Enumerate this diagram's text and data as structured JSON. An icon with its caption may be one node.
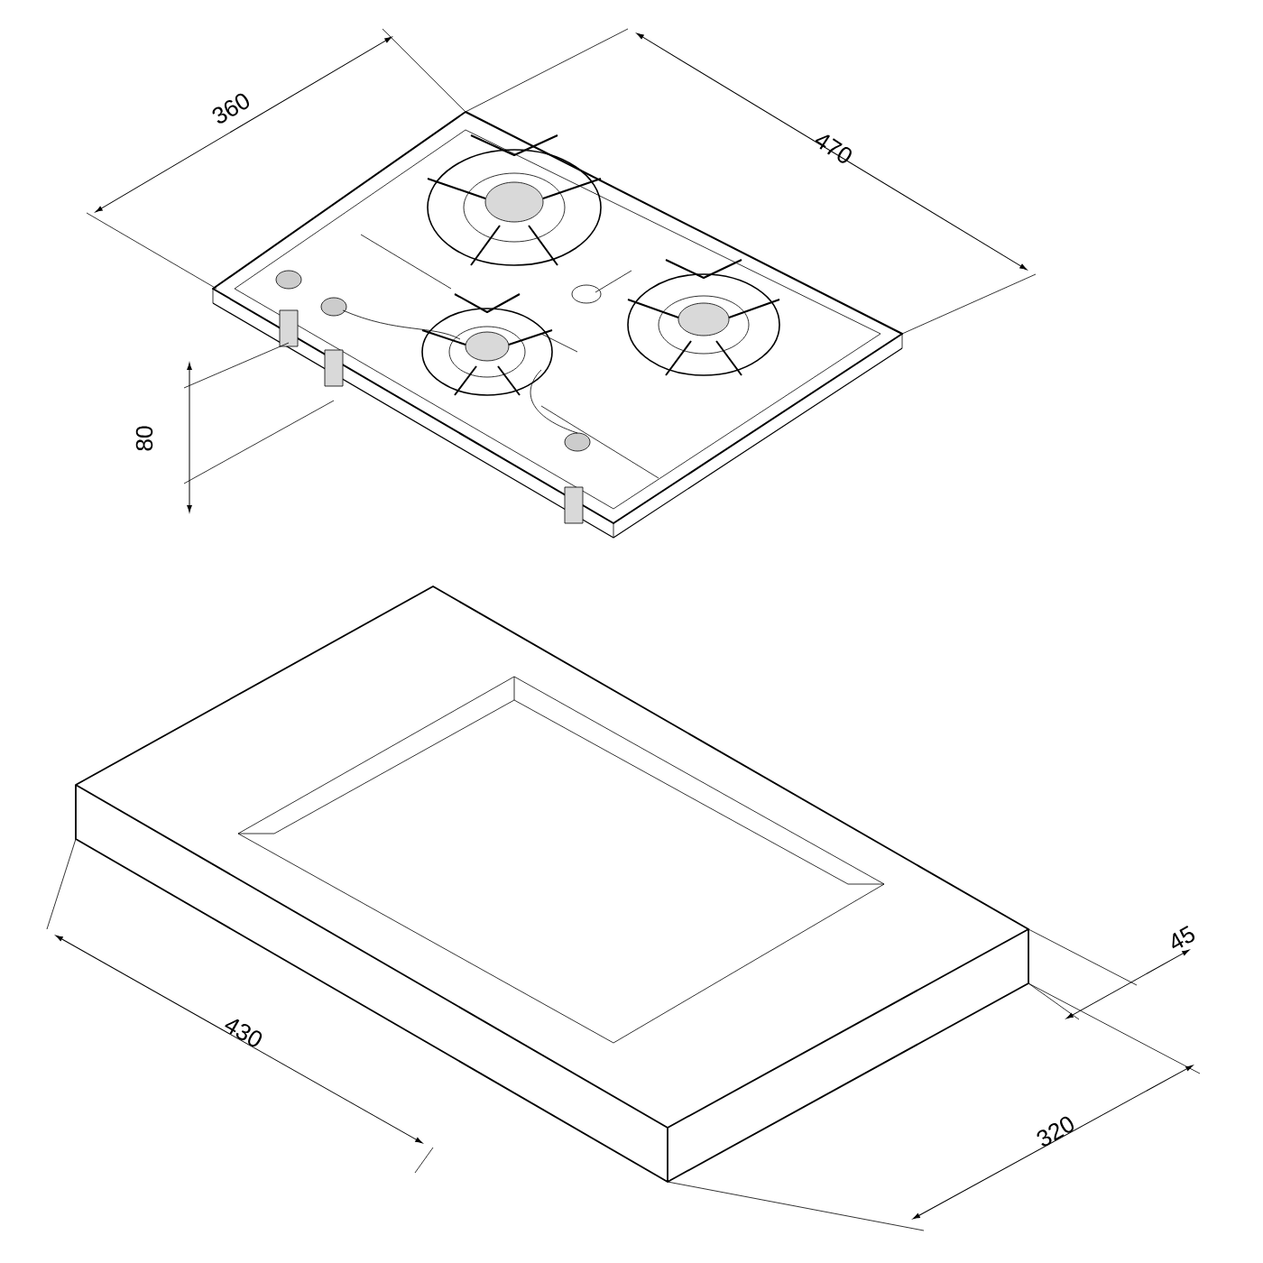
{
  "diagram": {
    "labels": [
      "360",
      "470",
      "80",
      "430",
      "45",
      "320"
    ]
  }
}
